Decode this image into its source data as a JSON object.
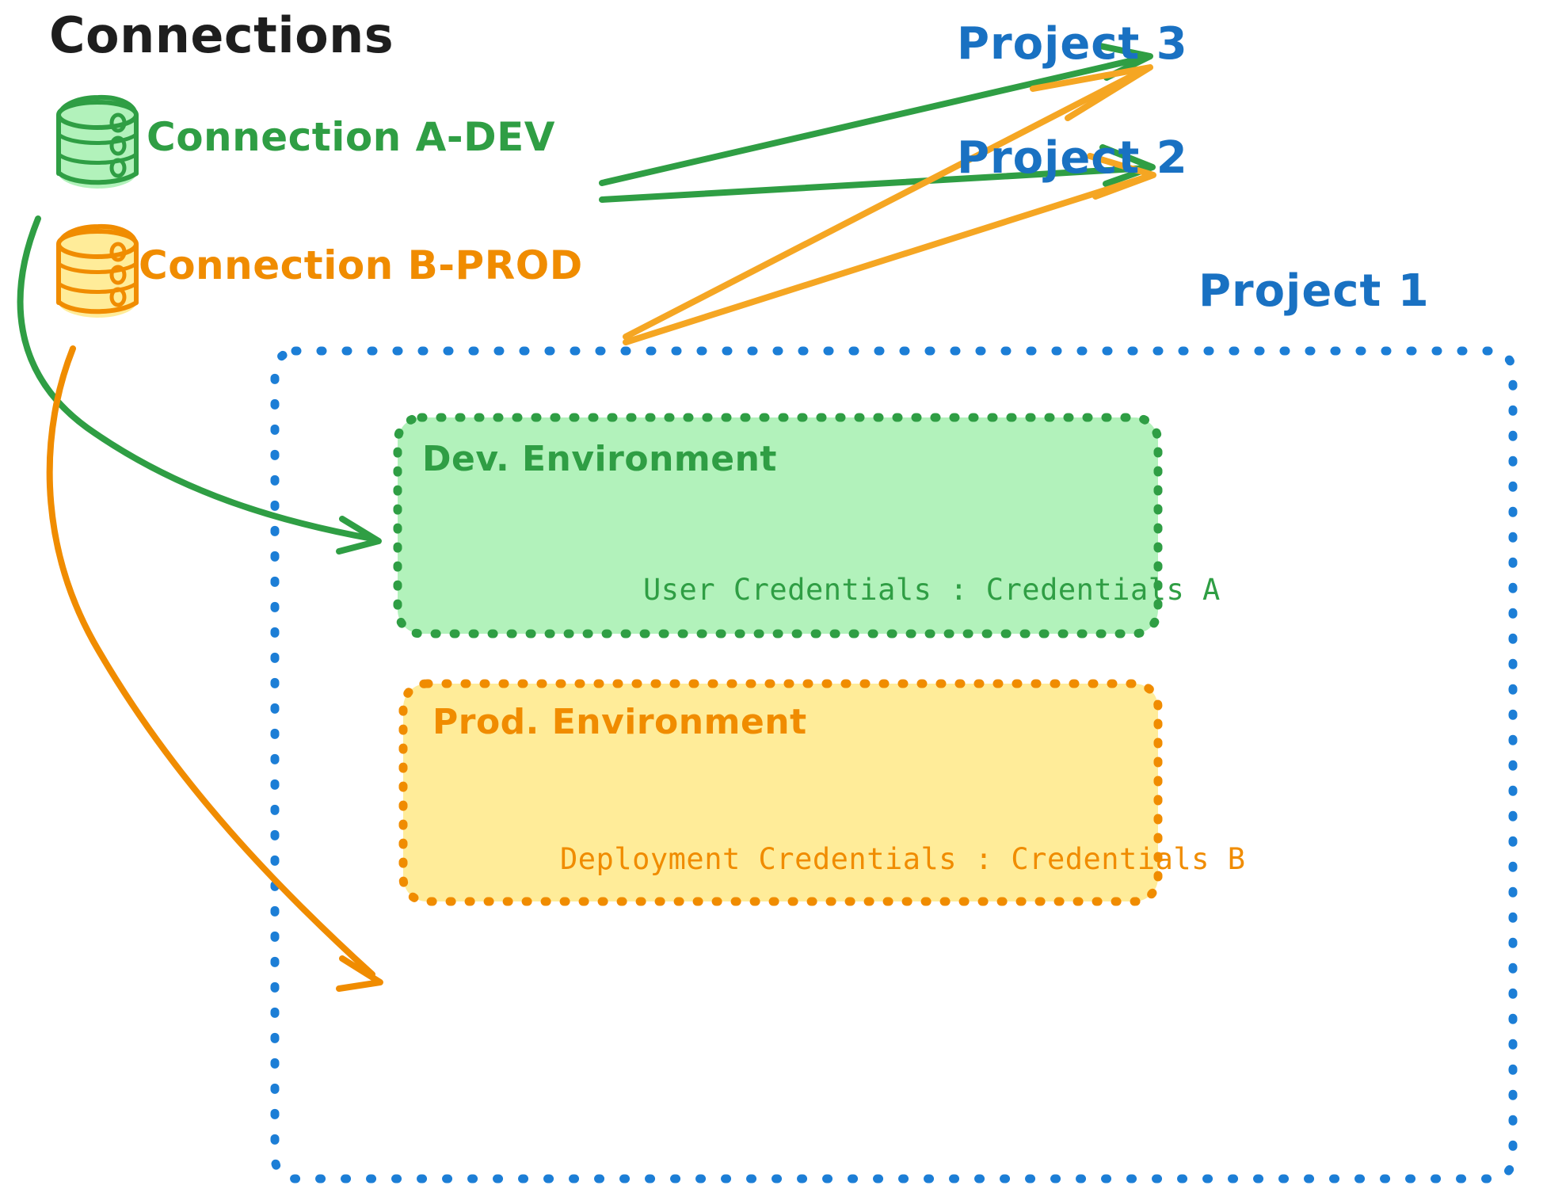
{
  "diagram": {
    "title": "Connections",
    "background": "#ffffff",
    "colors": {
      "green_stroke": "#2f9e44",
      "green_fill": "#b2f2bb",
      "orange_stroke": "#f08c00",
      "orange_amber": "#f5a623",
      "orange_fill": "#ffec99",
      "blue": "#1971c2",
      "blue_dot": "#1c7ed6",
      "black": "#1e1e1e"
    }
  },
  "connections": [
    {
      "id": "connection-a-dev",
      "label": "Connection A-DEV",
      "color": "#2f9e44",
      "icon": "database-cylinder-icon",
      "targets": [
        "Project 3",
        "Project 2",
        "Dev. Environment"
      ]
    },
    {
      "id": "connection-b-prod",
      "label": "Connection B-PROD",
      "color": "#f08c00",
      "icon": "database-cylinder-icon",
      "targets": [
        "Project 3",
        "Project 2",
        "Prod. Environment"
      ]
    }
  ],
  "projects": [
    {
      "id": "project-3",
      "label": "Project 3"
    },
    {
      "id": "project-2",
      "label": "Project 2"
    },
    {
      "id": "project-1",
      "label": "Project 1"
    }
  ],
  "project1": {
    "label": "Project 1",
    "border_style": "dotted",
    "border_color": "#1c7ed6",
    "environments": [
      {
        "id": "dev-environment",
        "title": "Dev. Environment",
        "credentials_label": "User Credentials",
        "credentials_value": "Credentials A",
        "credentials_line": "User Credentials : Credentials A",
        "fill": "#b2f2bb",
        "border_color": "#2f9e44"
      },
      {
        "id": "prod-environment",
        "title": "Prod. Environment",
        "credentials_label": "Deployment Credentials",
        "credentials_value": "Credentials B",
        "credentials_line": "Deployment Credentials : Credentials B",
        "fill": "#ffec99",
        "border_color": "#f08c00"
      }
    ]
  }
}
